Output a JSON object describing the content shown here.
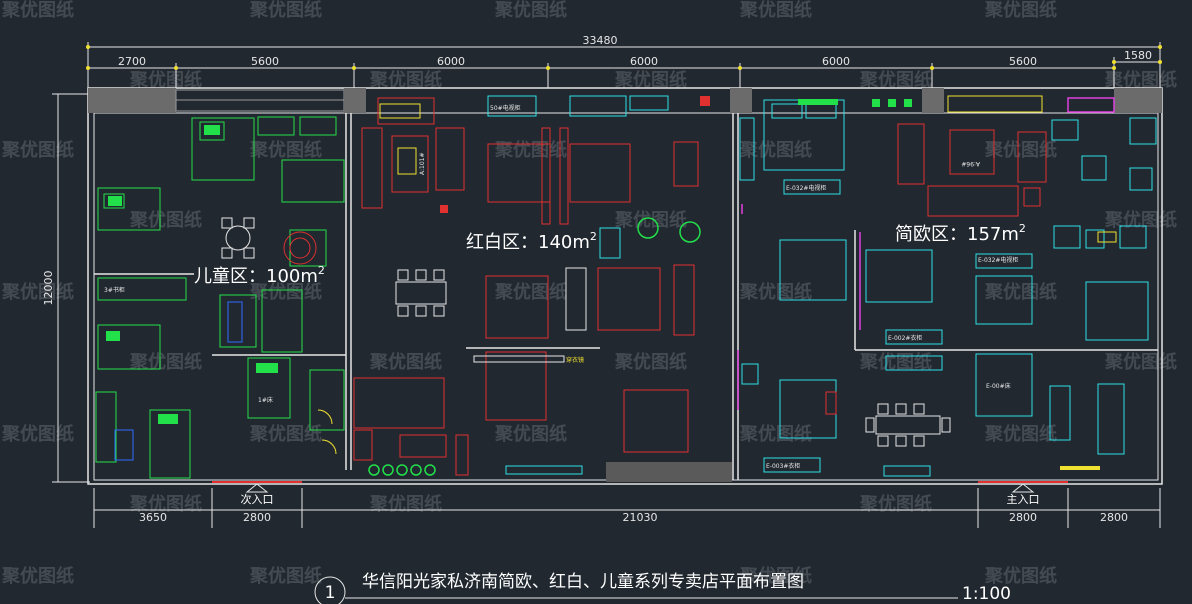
{
  "watermark": "聚优图纸",
  "overall_dimension": "33480",
  "top_dimensions": [
    "2700",
    "5600",
    "6000",
    "6000",
    "6000",
    "5600",
    "1580"
  ],
  "left_dimension": "12000",
  "bottom_dimensions": [
    "3650",
    "2800",
    "21030",
    "2800",
    "2800"
  ],
  "entrances": {
    "secondary": "次入口",
    "main": "主入口"
  },
  "zones": {
    "kids": {
      "name": "儿童区：",
      "area": "100m",
      "sup": "2"
    },
    "redwhite": {
      "name": "红白区：",
      "area": "140m",
      "sup": "2"
    },
    "european": {
      "name": "简欧区：",
      "area": "157m",
      "sup": "2"
    }
  },
  "labels": {
    "red_tv": "50#电视柜",
    "red_table": "A:101#",
    "wardrobe": "穿衣镜",
    "eu_tv1": "E-032#电视柜",
    "eu_tv2": "E-032#电视柜",
    "eu_wardrobe": "E-002#衣柜",
    "eu_bed": "E-00#床",
    "eu_bed2": "E-003#衣柜",
    "eu_sofa": "A:96#",
    "kids_bed": "1#床",
    "kids_desk": "3#书柜"
  },
  "title": {
    "number": "1",
    "text": "华信阳光家私济南简欧、红白、儿童系列专卖店平面布置图",
    "scale": "1:100"
  },
  "colors": {
    "background": "#212830",
    "wall": "#e6e6e6",
    "kids": "#22e04a",
    "red": "#e03030",
    "cyan": "#2fe0e6",
    "magenta": "#e040e0",
    "yellow": "#f0e030"
  }
}
